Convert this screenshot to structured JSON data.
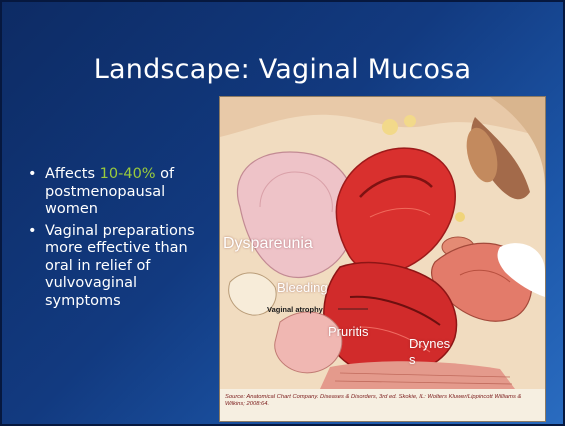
{
  "slide": {
    "title": "Landscape: Vaginal Mucosa",
    "bullets": [
      {
        "pre": "Affects ",
        "highlight": "10-40%",
        "post": " of postmenopausal women"
      },
      {
        "text": "Vaginal preparations more effective than oral in relief of vulvovaginal symptoms"
      }
    ],
    "highlight_color": "#9acb3c"
  },
  "figure": {
    "labels": {
      "dyspareunia": "Dyspareunia",
      "bleeding": "Bleeding",
      "vaginal_atrophy": "Vaginal atrophy",
      "pruritis": "Pruritis",
      "dryness": "Drynes s"
    },
    "source": "Source: Anatomical Chart Company. Diseases & Disorders, 3rd ed. Skokie, IL: Wolters Kluwer/Lippincott Williams & Wilkins; 2008:64."
  }
}
